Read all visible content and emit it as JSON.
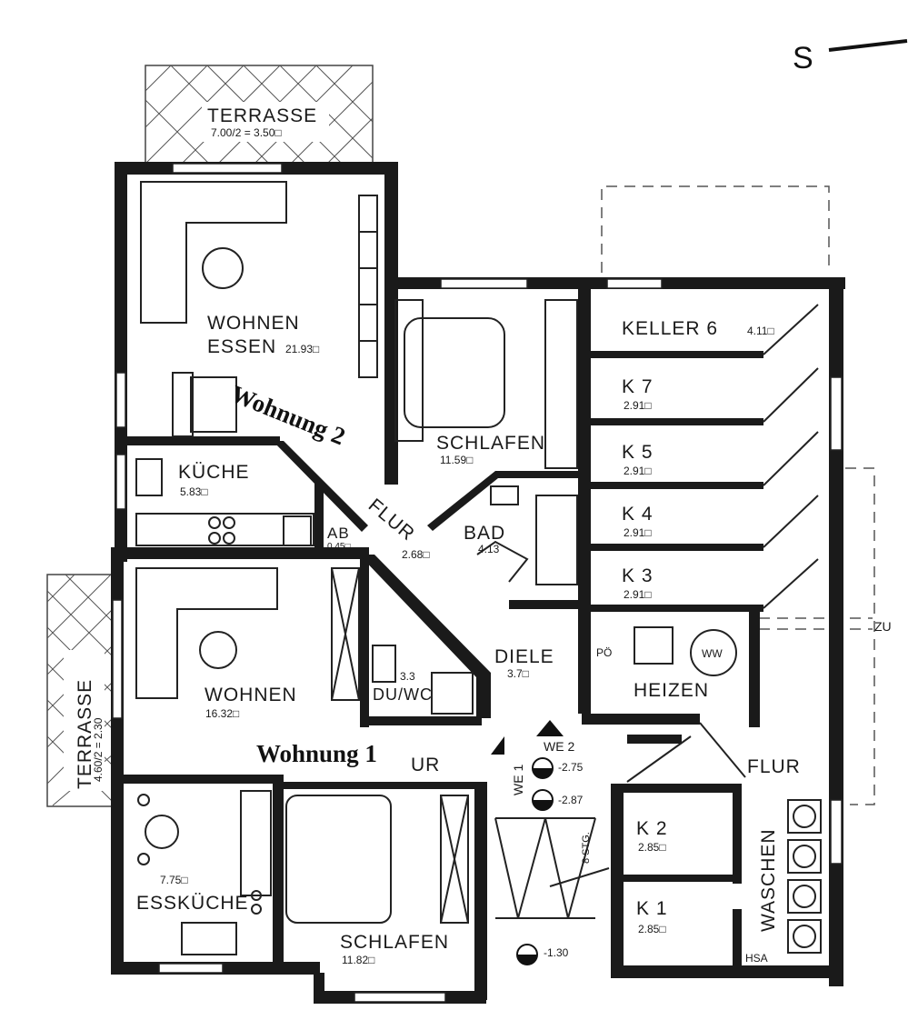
{
  "north_mark": "S",
  "terrace_top": {
    "label": "TERRASSE",
    "area": "7.00/2 = 3.50□"
  },
  "terrace_left": {
    "label": "TERRASSE",
    "area": "4.60/2 = 2.30"
  },
  "units": {
    "unit2": "Wohnung 2",
    "unit1": "Wohnung 1"
  },
  "rooms": {
    "wohnen_essen": {
      "line1": "WOHNEN",
      "line2": "ESSEN",
      "area": "21.93□"
    },
    "kueche": {
      "label": "KÜCHE",
      "area": "5.83□"
    },
    "ab": {
      "label": "AB",
      "area": "0.45□"
    },
    "flur_upper": {
      "label": "FLUR",
      "area": "2.68□"
    },
    "bad": {
      "label": "BAD",
      "area": "4.13"
    },
    "schlafen_upper": {
      "label": "SCHLAFEN",
      "area": "11.59□"
    },
    "keller6": {
      "label": "KELLER 6",
      "area": "4.11□"
    },
    "k7": {
      "label": "K 7",
      "area": "2.91□"
    },
    "k5": {
      "label": "K 5",
      "area": "2.91□"
    },
    "k4": {
      "label": "K 4",
      "area": "2.91□"
    },
    "k3": {
      "label": "K 3",
      "area": "2.91□"
    },
    "wohnen_lower": {
      "label": "WOHNEN",
      "area": "16.32□"
    },
    "duwc": {
      "label": "DU/WC",
      "area": "3.3"
    },
    "diele": {
      "label": "DIELE",
      "area": "3.7□"
    },
    "heizen": {
      "label": "HEIZEN",
      "ww": "WW",
      "po": "PÖ"
    },
    "ur": {
      "label": "UR"
    },
    "flur_right": {
      "label": "FLUR"
    },
    "esskueche": {
      "label": "ESSKÜCHE",
      "area": "7.75□"
    },
    "schlafen_lower": {
      "label": "SCHLAFEN",
      "area": "11.82□"
    },
    "k2": {
      "label": "K 2",
      "area": "2.85□"
    },
    "k1": {
      "label": "K 1",
      "area": "2.85□"
    },
    "waschen": {
      "label": "WASCHEN"
    },
    "hsa": {
      "label": "HSA"
    }
  },
  "levels": {
    "we2": "WE 2",
    "we1": "WE 1",
    "l1": "-2.75",
    "l2": "-2.87",
    "l3": "-1.30",
    "stairs": "8 STG."
  },
  "entrance": {
    "label": "ZU"
  }
}
